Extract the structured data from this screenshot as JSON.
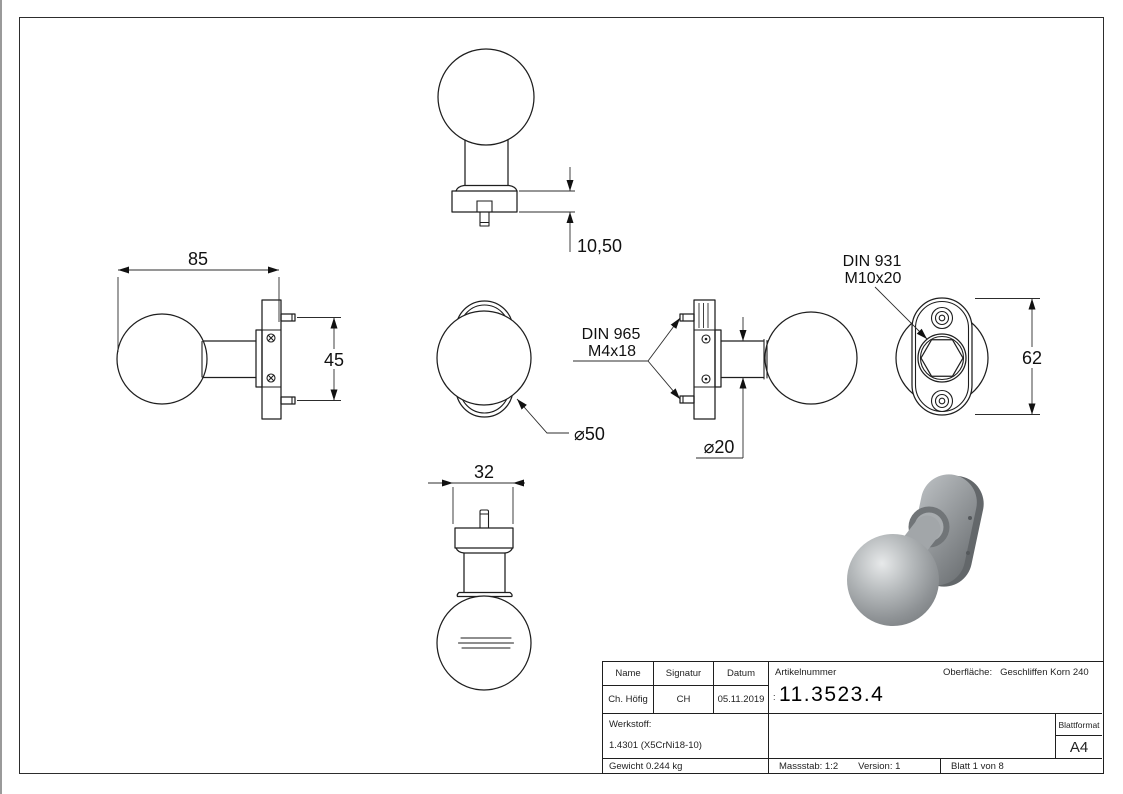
{
  "title_block": {
    "headers": {
      "name": "Name",
      "signatur": "Signatur",
      "datum": "Datum",
      "artikelnummer": "Artikelnummer",
      "oberflaeche": "Oberfläche:",
      "werkstoff": "Werkstoff:",
      "blattformat": "Blattformat"
    },
    "name": "Ch. Höfig",
    "signatur": "CH",
    "datum": "05.11.2019",
    "artikelnummer_prefix": ":",
    "artikelnummer": "11.3523.4",
    "oberflaeche": "Geschliffen Korn 240",
    "werkstoff": "1.4301 (X5CrNi18-10)",
    "blattformat": "A4",
    "gewicht": "Gewicht 0.244 kg",
    "massstab": "Massstab: 1:2",
    "version": "Version: 1",
    "blatt": "Blatt 1 von 8"
  },
  "dimensions": {
    "plate_thickness": "10,50",
    "overall_length": "85",
    "stud_spacing": "45",
    "ball_diameter": "⌀50",
    "neck_diameter": "⌀20",
    "plate_width": "32",
    "rosette_height": "62"
  },
  "labels": {
    "screw_standard_line1": "DIN 965",
    "screw_standard_line2": "M4x18",
    "nut_standard_line1": "DIN 931",
    "nut_standard_line2": "M10x20"
  }
}
